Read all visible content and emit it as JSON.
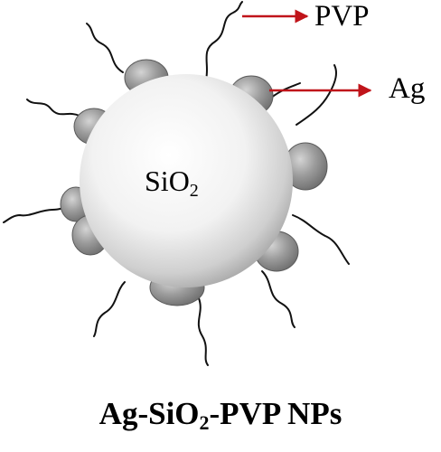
{
  "labels": {
    "pvp": "PVP",
    "ag": "Ag",
    "core_main": "SiO",
    "core_sub": "2"
  },
  "caption": {
    "part1": "Ag-SiO",
    "sub": "2",
    "part2": "-PVP NPs"
  },
  "colors": {
    "arrow": "#c0141a",
    "ag_particle": "#8f8f8f",
    "core_center": "#ffffff",
    "core_edge": "#a9a9a9",
    "polymer_chain": "#111111"
  }
}
